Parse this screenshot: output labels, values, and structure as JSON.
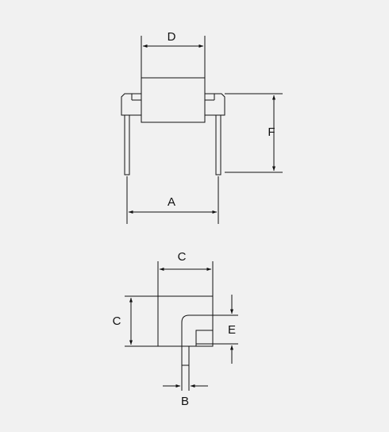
{
  "diagram": {
    "labels": {
      "a": "A",
      "b": "B",
      "c_top": "C",
      "c_left": "C",
      "d": "D",
      "e": "E",
      "f": "F"
    },
    "colors": {
      "background": "#f1f1f1",
      "stroke": "#111111"
    }
  }
}
